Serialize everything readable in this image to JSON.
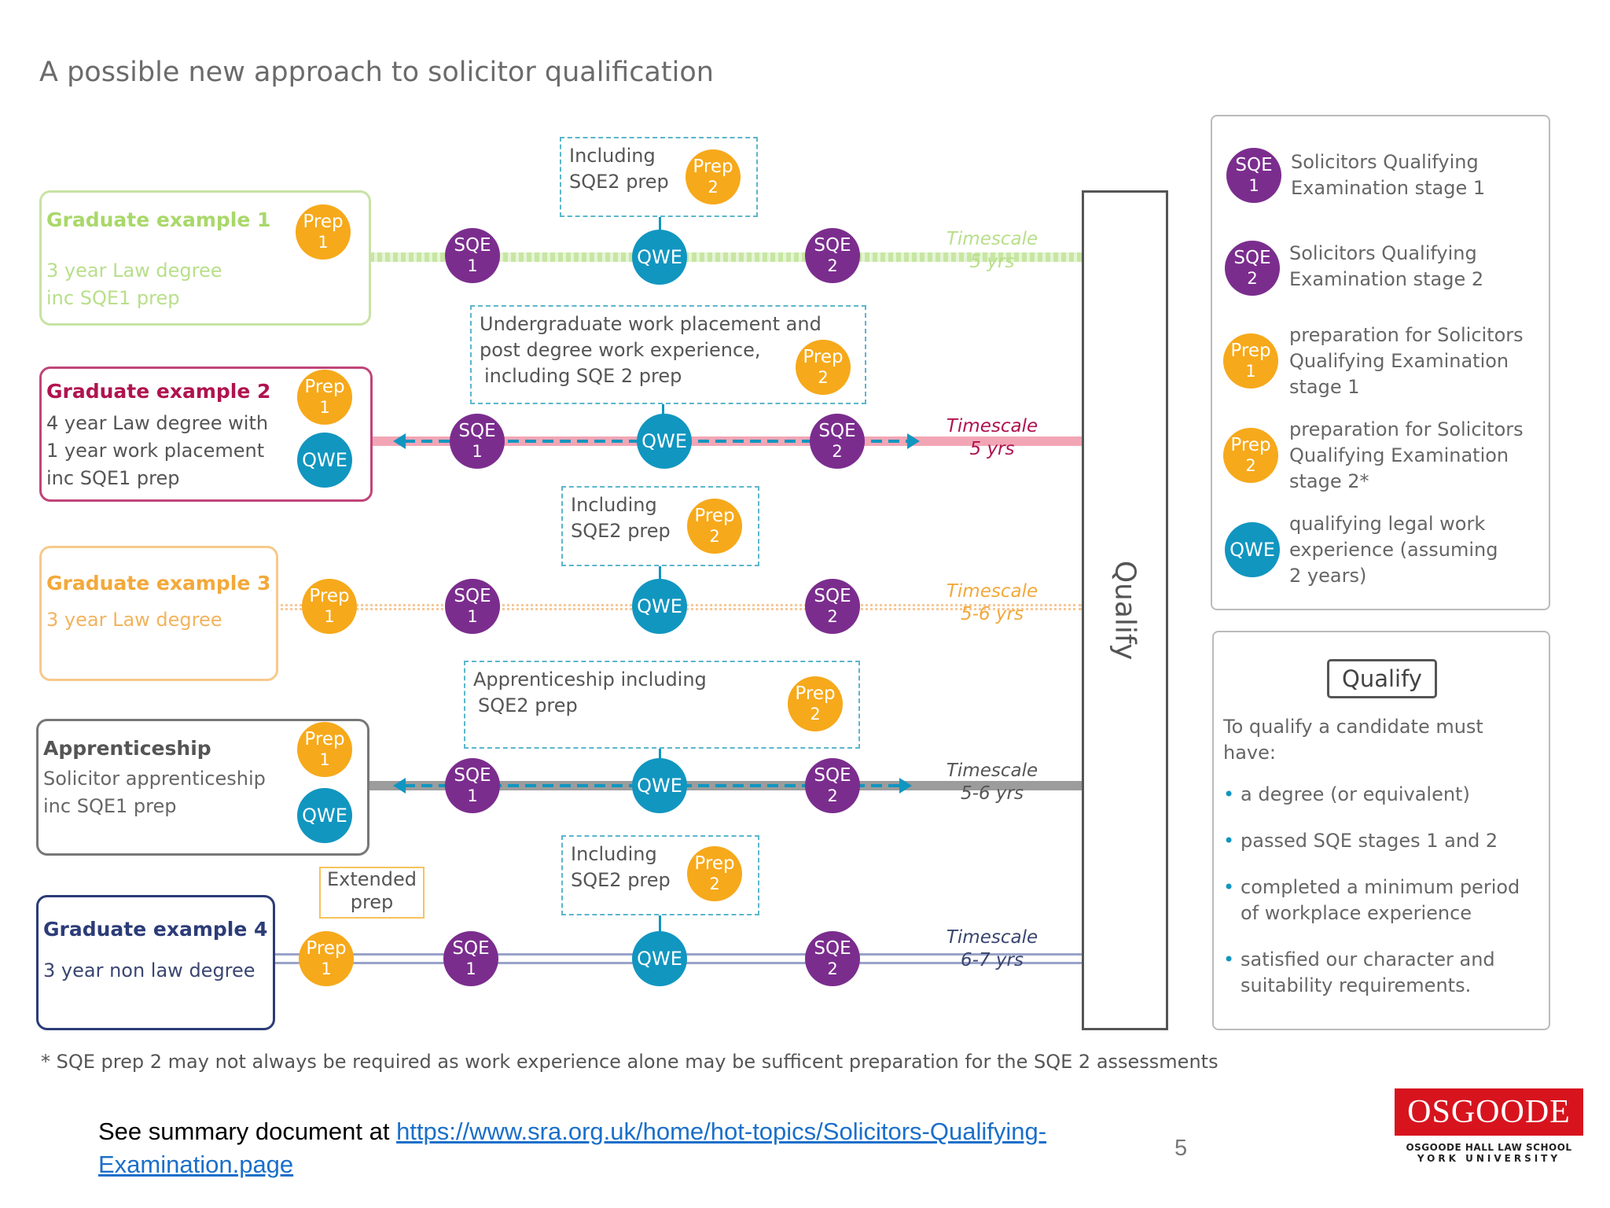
{
  "title": "A possible new approach to solicitor qualification",
  "colors": {
    "green": "#a9d86a",
    "crimson": "#b0134f",
    "orange": "#f2a93b",
    "grey": "#555555",
    "navy": "#2c3c78",
    "prep": "#f6a91b",
    "sqe": "#7b2d8e",
    "qwe": "#1196c0"
  },
  "routes": [
    {
      "heading": "Graduate example 1",
      "desc_lines": [
        "3 year Law degree",
        "inc SQE1 prep"
      ],
      "timescale": [
        "Timescale",
        "5 yrs"
      ],
      "box_lines": [
        "Including",
        "SQE2 prep"
      ]
    },
    {
      "heading": "Graduate example 2",
      "desc_lines": [
        "4 year Law degree with",
        "1 year work placement",
        "inc SQE1 prep"
      ],
      "timescale": [
        "Timescale",
        "5 yrs"
      ],
      "box_lines": [
        "Undergraduate work placement and",
        "post degree work experience,",
        "including SQE 2 prep"
      ]
    },
    {
      "heading": "Graduate example 3",
      "desc_lines": [
        "3 year Law degree"
      ],
      "timescale": [
        "Timescale",
        "5-6 yrs"
      ],
      "box_lines": [
        "Including",
        "SQE2 prep"
      ]
    },
    {
      "heading": "Apprenticeship",
      "desc_lines": [
        "Solicitor apprenticeship",
        "inc SQE1 prep"
      ],
      "timescale": [
        "Timescale",
        "5-6 yrs"
      ],
      "box_lines": [
        "Apprenticeship including",
        "SQE2 prep"
      ]
    },
    {
      "heading": "Graduate example 4",
      "desc_lines": [
        "3 year non law degree"
      ],
      "timescale": [
        "Timescale",
        "6-7 yrs"
      ],
      "box_lines": [
        "Including",
        "SQE2 prep"
      ]
    }
  ],
  "extended_prep": [
    "Extended",
    "prep"
  ],
  "badges": {
    "prep": "Prep",
    "sqe": "SQE",
    "qwe": "QWE",
    "one": "1",
    "two": "2"
  },
  "qualify_bar": "Qualify",
  "legend": [
    {
      "badge": "SQE",
      "num": "1",
      "text": [
        "Solicitors Qualifying",
        "Examination stage 1"
      ]
    },
    {
      "badge": "SQE",
      "num": "2",
      "text": [
        "Solicitors Qualifying",
        "Examination stage  2"
      ]
    },
    {
      "badge": "Prep",
      "num": "1",
      "text": [
        "preparation for Solicitors",
        "Qualifying Examination",
        "stage 1"
      ]
    },
    {
      "badge": "Prep",
      "num": "2",
      "text": [
        "preparation for Solicitors",
        "Qualifying Examination",
        "stage 2*"
      ]
    },
    {
      "badge": "QWE",
      "num": "",
      "text": [
        "qualifying legal work",
        "experience (assuming",
        "2 years)"
      ]
    }
  ],
  "qualify_box": {
    "heading": "Qualify",
    "intro": [
      "To qualify a candidate must",
      "have:"
    ],
    "bullets": [
      [
        "a degree (or equivalent)"
      ],
      [
        "passed SQE stages 1 and 2"
      ],
      [
        "completed a minimum period",
        "of workplace experience"
      ],
      [
        "satisfied our character and",
        "suitability requirements."
      ]
    ]
  },
  "footnote": "* SQE prep 2 may not always be required as work experience alone may be sufficent preparation for the SQE 2 assessments",
  "summary": {
    "prefix": "See summary document at ",
    "link_line1": "https://www.sra.org.uk/home/hot-topics/Solicitors-Qualifying-",
    "link_line2": "Examination.page"
  },
  "page_number": "5",
  "logo": {
    "wordmark": "OSGOODE",
    "line1": "OSGOODE HALL LAW SCHOOL",
    "line2": "YORK UNIVERSITY"
  }
}
